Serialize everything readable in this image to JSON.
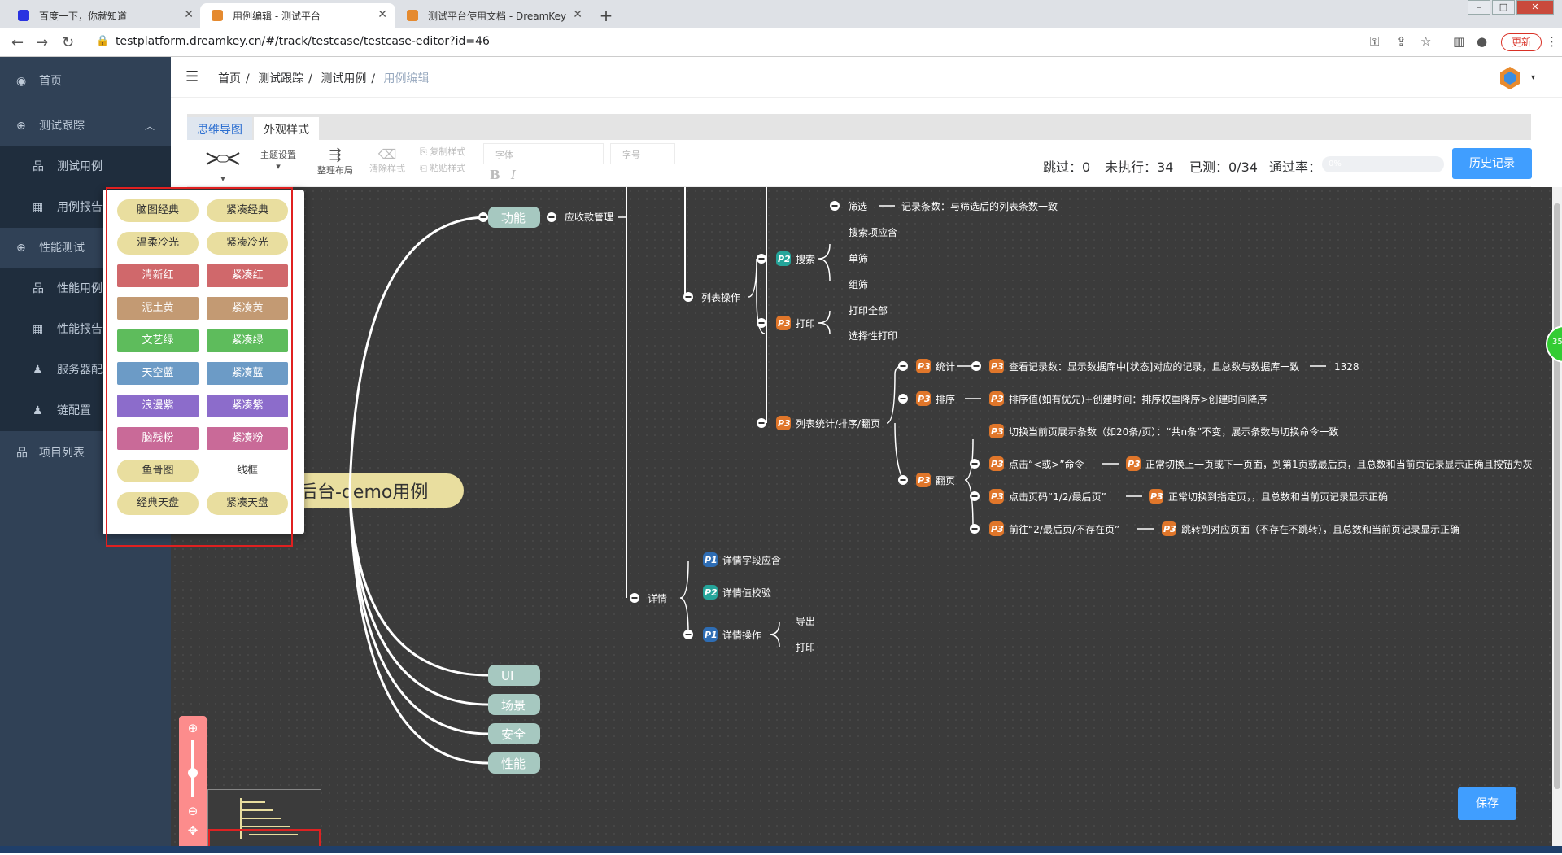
{
  "browser": {
    "tabs": [
      {
        "title": "百度一下，你就知道",
        "color": "#2932e1"
      },
      {
        "title": "用例编辑 - 测试平台",
        "color": "#e58a2f"
      },
      {
        "title": "测试平台使用文档 - DreamKey",
        "color": "#e58a2f"
      }
    ],
    "url": "testplatform.dreamkey.cn/#/track/testcase/testcase-editor?id=46",
    "update_label": "更新"
  },
  "sidebar": {
    "items": [
      {
        "label": "首页",
        "icon": "dashboard-icon"
      },
      {
        "label": "测试跟踪",
        "icon": "plus-circle-icon"
      },
      {
        "label": "测试用例",
        "icon": "sitemap-icon"
      },
      {
        "label": "用例报告",
        "icon": "table-icon"
      },
      {
        "label": "性能测试",
        "icon": "plus-circle-icon"
      },
      {
        "label": "性能用例",
        "icon": "sitemap-icon"
      },
      {
        "label": "性能报告",
        "icon": "table-icon"
      },
      {
        "label": "服务器配",
        "icon": "user-icon"
      },
      {
        "label": "链配置",
        "icon": "user-icon"
      },
      {
        "label": "项目列表",
        "icon": "sitemap-icon"
      }
    ]
  },
  "header": {
    "breadcrumb": [
      "首页",
      "测试跟踪",
      "测试用例",
      "用例编辑"
    ]
  },
  "editor_tabs": [
    "思维导图",
    "外观样式"
  ],
  "toolbar": {
    "theme_label": "主题设置",
    "layout_label": "整理布局",
    "clear_style_label": "清除样式",
    "copy_style_label": "复制样式",
    "paste_style_label": "粘贴样式",
    "font_placeholder": "字体",
    "size_placeholder": "字号",
    "bold": "B",
    "italic": "I"
  },
  "stats": {
    "skip": "跳过：0",
    "not_run": "未执行：34",
    "tested": "已测：0/34",
    "pass_rate": "通过率：",
    "progress_text": "0%",
    "progress_value": 0,
    "history_button": "历史记录"
  },
  "themes": [
    {
      "label": "脑图经典",
      "bg": "#e9de9f",
      "fg": "#333"
    },
    {
      "label": "紧凑经典",
      "bg": "#e9de9f",
      "fg": "#333"
    },
    {
      "label": "温柔冷光",
      "bg": "#e9de9f",
      "fg": "#333"
    },
    {
      "label": "紧凑冷光",
      "bg": "#e9de9f",
      "fg": "#333"
    },
    {
      "label": "清新红",
      "bg": "#d0686b",
      "fg": "#fff"
    },
    {
      "label": "紧凑红",
      "bg": "#d0686b",
      "fg": "#fff"
    },
    {
      "label": "泥土黄",
      "bg": "#c39a73",
      "fg": "#fff"
    },
    {
      "label": "紧凑黄",
      "bg": "#c39a73",
      "fg": "#fff"
    },
    {
      "label": "文艺绿",
      "bg": "#5ebc5c",
      "fg": "#fff"
    },
    {
      "label": "紧凑绿",
      "bg": "#5ebc5c",
      "fg": "#fff"
    },
    {
      "label": "天空蓝",
      "bg": "#6c9bc6",
      "fg": "#fff"
    },
    {
      "label": "紧凑蓝",
      "bg": "#6c9bc6",
      "fg": "#fff"
    },
    {
      "label": "浪漫紫",
      "bg": "#8c6ccb",
      "fg": "#fff"
    },
    {
      "label": "紧凑紫",
      "bg": "#8c6ccb",
      "fg": "#fff"
    },
    {
      "label": "脑残粉",
      "bg": "#c96a98",
      "fg": "#fff"
    },
    {
      "label": "紧凑粉",
      "bg": "#c96a98",
      "fg": "#fff"
    },
    {
      "label": "鱼骨图",
      "bg": "#e9de9f",
      "fg": "#333"
    },
    {
      "label": "线框",
      "bg": "#ffffff",
      "fg": "#333"
    },
    {
      "label": "经典天盘",
      "bg": "#e9de9f",
      "fg": "#333"
    },
    {
      "label": "紧凑天盘",
      "bg": "#e9de9f",
      "fg": "#333"
    }
  ],
  "mindmap": {
    "root": "后台-demo用例",
    "branches": [
      "功能",
      "UI",
      "场景",
      "安全",
      "性能"
    ],
    "nodes": {
      "receivable": "应收款管理",
      "filter": "筛选",
      "filter_rule": "记录条数：与筛选后的列表条数一致",
      "list_ops": "列表操作",
      "search": "搜索",
      "search_opts": [
        "搜索项应含",
        "单筛",
        "组筛"
      ],
      "print": "打印",
      "print_opts": [
        "打印全部",
        "选择性打印"
      ],
      "stat_sort_page": "列表统计/排序/翻页",
      "stat": "统计",
      "stat_rule": "查看记录数：显示数据库中[状态]对应的记录，且总数与数据库一致",
      "stat_value": "1328",
      "sort": "排序",
      "sort_rule": "排序值(如有优先)+创建时间：排序权重降序>创建时间降序",
      "paging": "翻页",
      "paging_items": [
        "切换当前页展示条数（如20条/页）：“共n条”不变，展示条数与切换命令一致",
        "点击“<或>”命令",
        "点击页码“1/2/最后页”",
        "前往“2/最后页/不存在页”"
      ],
      "paging_results": [
        "正常切换上一页或下一页面，到第1页或最后页，且总数和当前页记录显示正确且按钮为灰",
        "正常切换到指定页，，且总数和当前页记录显示正确",
        "跳转到对应页面（不存在不跳转），且总数和当前页记录显示正确"
      ],
      "detail": "详情",
      "detail_items": [
        "详情字段应含",
        "详情值校验",
        "详情操作"
      ],
      "detail_ops": [
        "导出",
        "打印"
      ]
    },
    "priorities": {
      "P1": "#2e6db4",
      "P2": "#25a59a",
      "P3": "#e0762a"
    }
  },
  "side_badge": "35",
  "save_button": "保存"
}
